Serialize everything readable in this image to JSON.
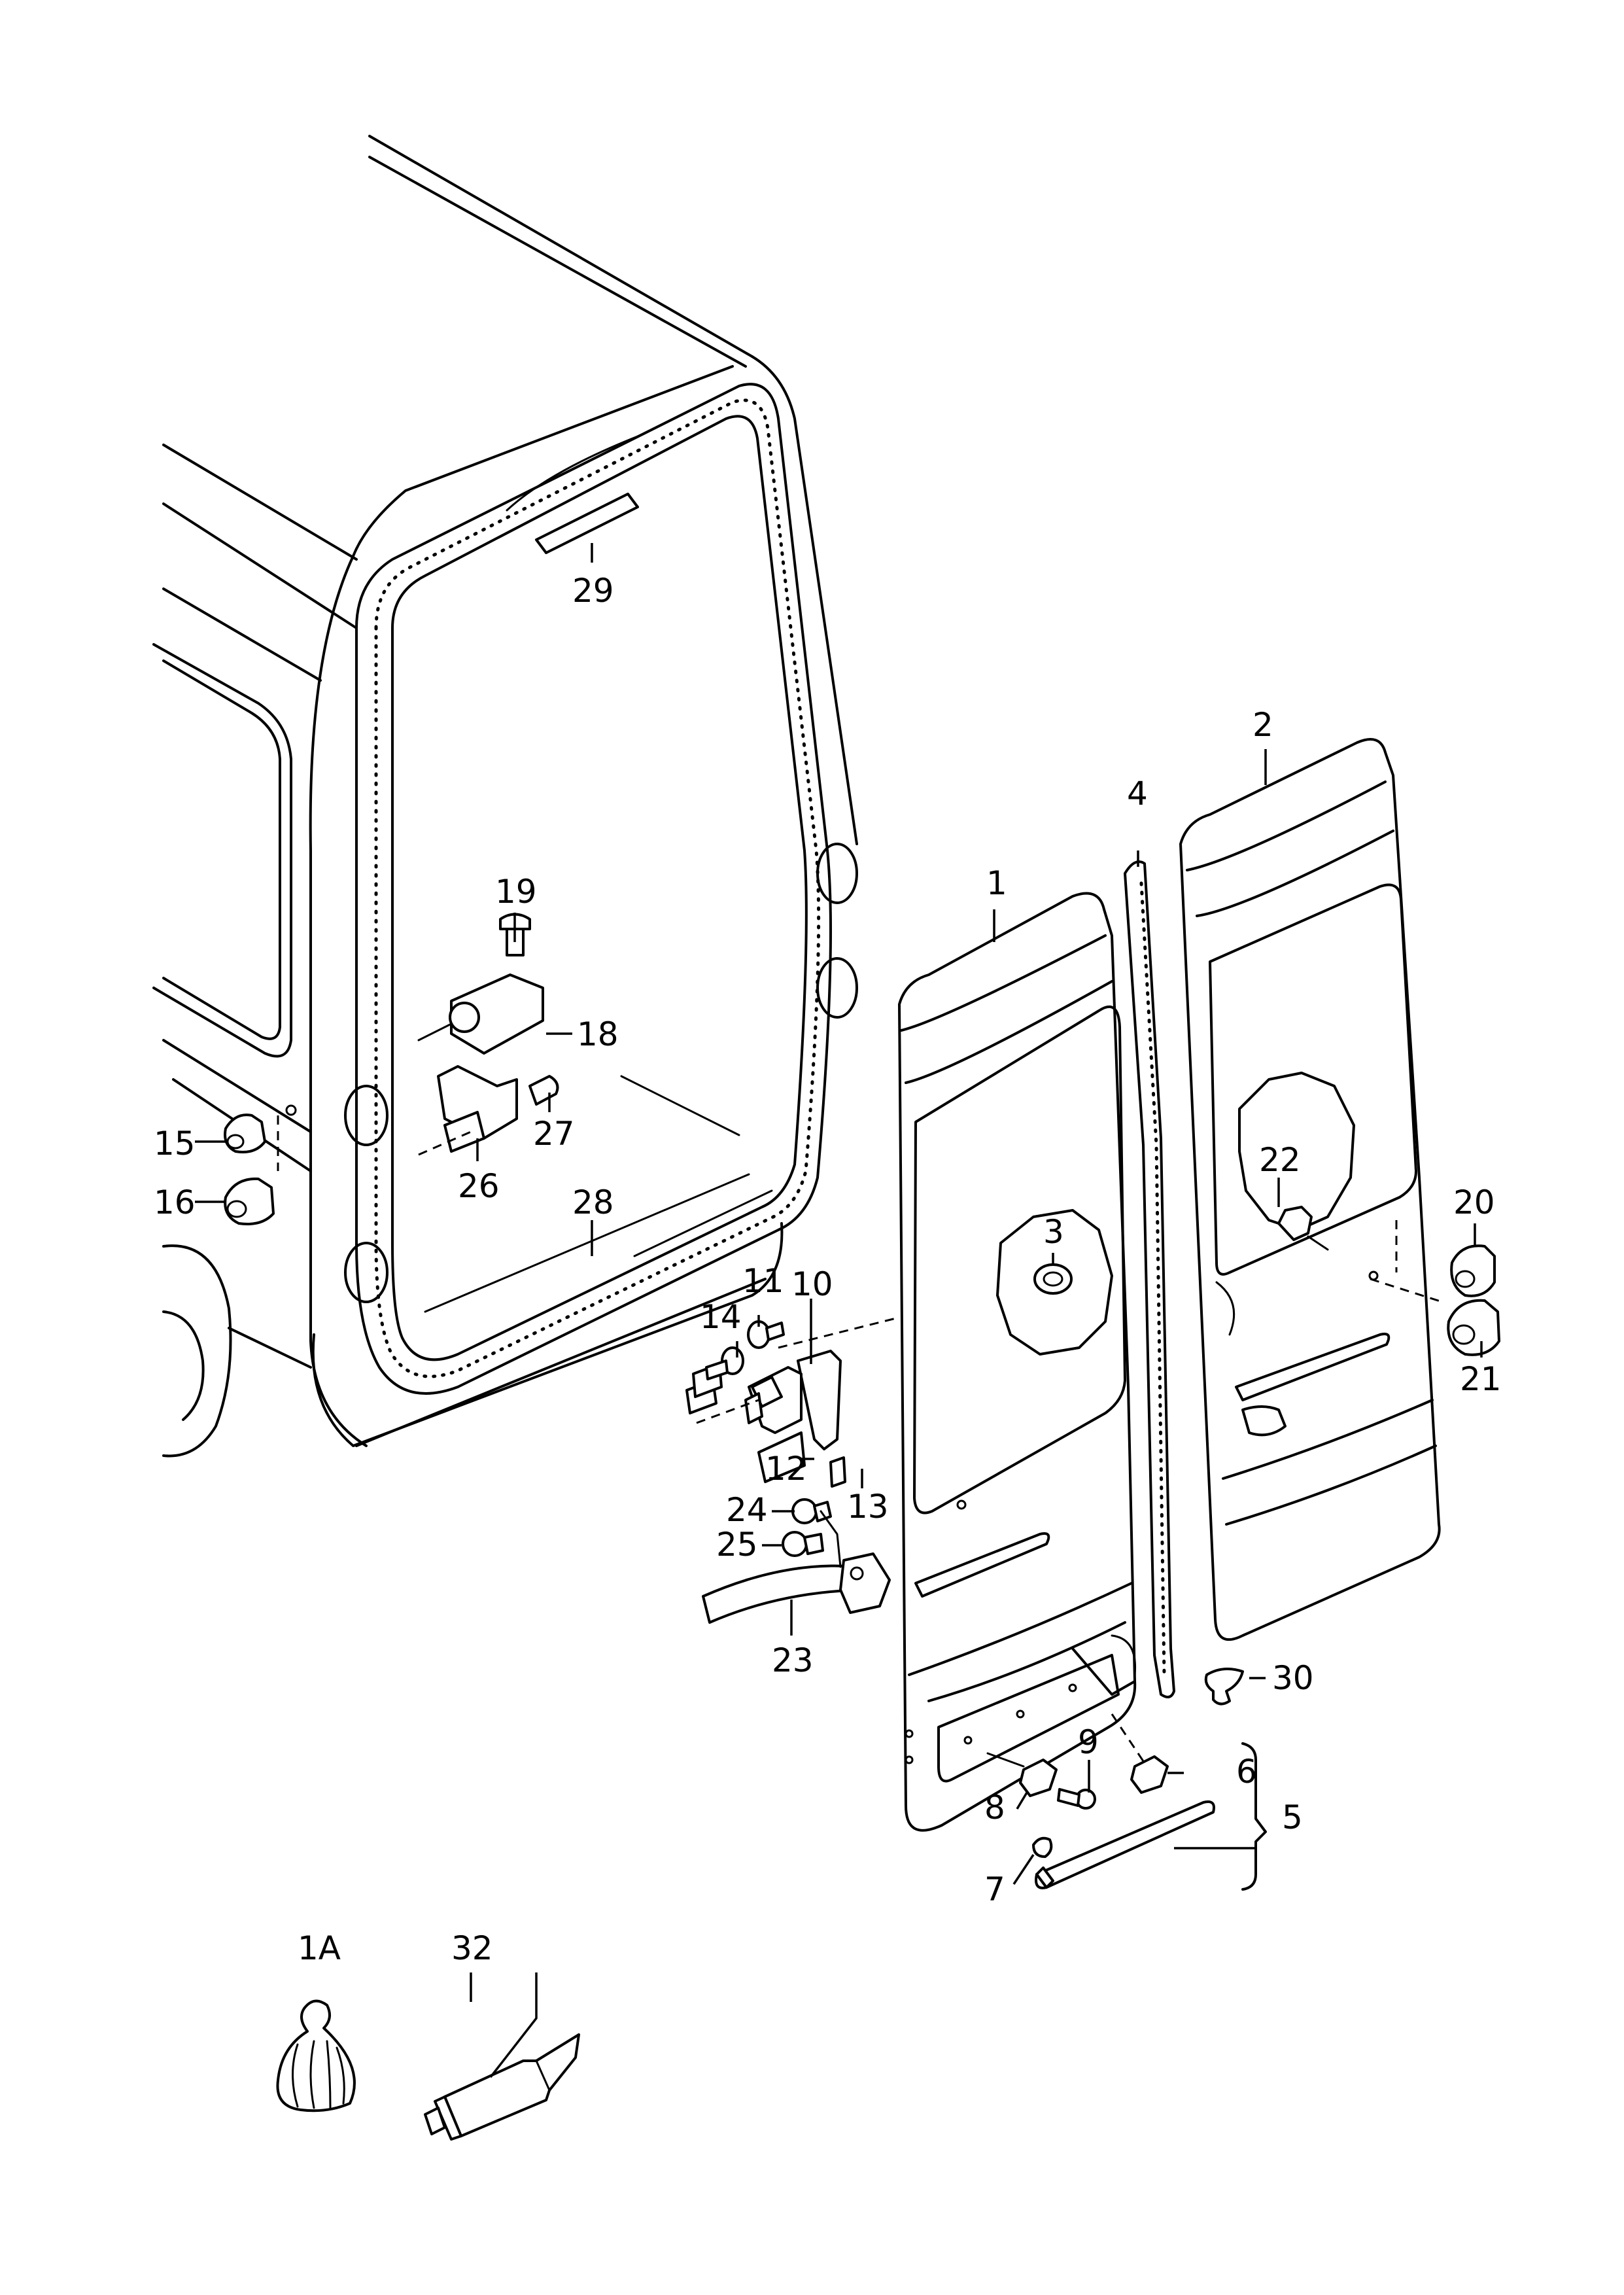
{
  "labels": {
    "l1": "1",
    "l1A": "1A",
    "l2": "2",
    "l3": "3",
    "l4": "4",
    "l5": "5",
    "l6": "6",
    "l7": "7",
    "l8": "8",
    "l9": "9",
    "l10": "10",
    "l11": "11",
    "l12": "12",
    "l13": "13",
    "l14": "14",
    "l15": "15",
    "l16": "16",
    "l18": "18",
    "l19": "19",
    "l20": "20",
    "l21": "21",
    "l22": "22",
    "l23": "23",
    "l24": "24",
    "l25": "25",
    "l26": "26",
    "l27": "27",
    "l28": "28",
    "l29": "29",
    "l30": "30",
    "l32": "32"
  }
}
